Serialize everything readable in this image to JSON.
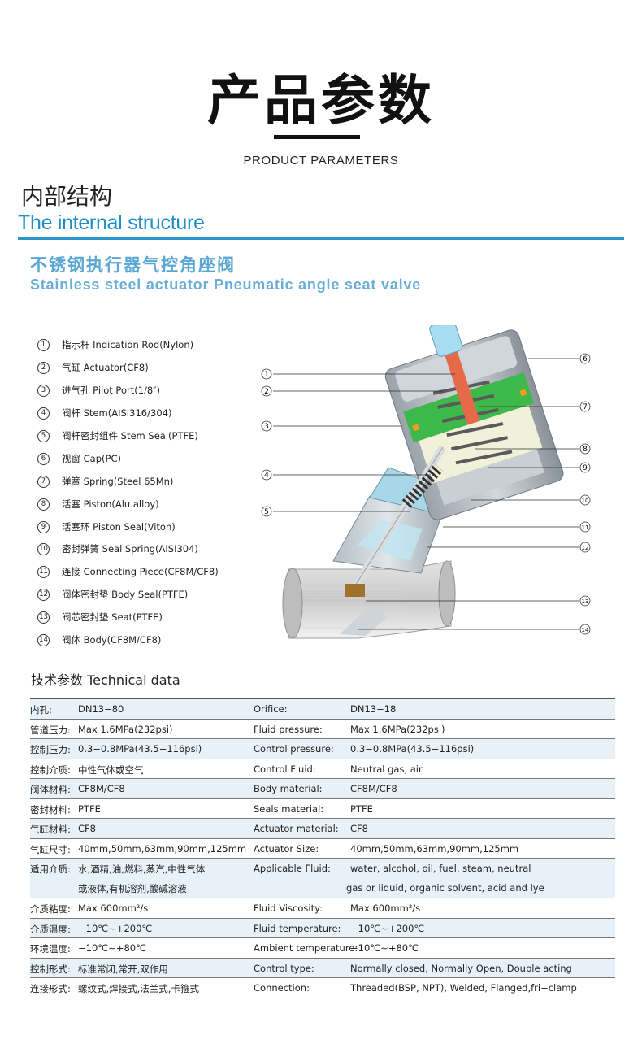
{
  "header": {
    "title": "产品参数",
    "subtitle": "PRODUCT PARAMETERS"
  },
  "section": {
    "title_cn": "内部结构",
    "title_en": "The internal structure",
    "product_cn": "不锈钢执行器气控角座阀",
    "product_en": "Stainless steel actuator Pneumatic angle seat valve"
  },
  "parts": [
    {
      "num": "1",
      "label": "指示杆 Indication Rod(Nylon)"
    },
    {
      "num": "2",
      "label": "气缸 Actuator(CF8)"
    },
    {
      "num": "3",
      "label": "进气孔 Pilot Port(1/8″)"
    },
    {
      "num": "4",
      "label": "阀杆 Stem(AISI316/304)"
    },
    {
      "num": "5",
      "label": "阀杆密封组件 Stem Seal(PTFE)"
    },
    {
      "num": "6",
      "label": "视窗 Cap(PC)"
    },
    {
      "num": "7",
      "label": "弹簧 Spring(Steel 65Mn)"
    },
    {
      "num": "8",
      "label": "活塞 Piston(Alu.alloy)"
    },
    {
      "num": "9",
      "label": "活塞环 Piston Seal(Viton)"
    },
    {
      "num": "10",
      "label": "密封弹簧 Seal Spring(AISI304)"
    },
    {
      "num": "11",
      "label": "连接 Connecting Piece(CF8M/CF8)"
    },
    {
      "num": "12",
      "label": "阀体密封垫 Body Seal(PTFE)"
    },
    {
      "num": "13",
      "label": "阀芯密封垫 Seat(PTFE)"
    },
    {
      "num": "14",
      "label": "阀体 Body(CF8M/CF8)"
    }
  ],
  "diagram": {
    "left_callouts": [
      "1",
      "2",
      "3",
      "4",
      "5"
    ],
    "right_callouts": [
      "6",
      "7",
      "8",
      "9",
      "10",
      "11",
      "12",
      "13",
      "14"
    ]
  },
  "tech": {
    "title": "技术参数 Technical data",
    "rows": [
      {
        "k_cn": "内孔:",
        "v_cn": "DN13−80",
        "k_en": "Orifice:",
        "v_en": "DN13−18"
      },
      {
        "k_cn": "管道压力:",
        "v_cn": "Max 1.6MPa(232psi)",
        "k_en": "Fluid pressure:",
        "v_en": "Max 1.6MPa(232psi)"
      },
      {
        "k_cn": "控制压力:",
        "v_cn": "0.3−0.8MPa(43.5−116psi)",
        "k_en": "Control pressure:",
        "v_en": "0.3−0.8MPa(43.5−116psi)"
      },
      {
        "k_cn": "控制介质:",
        "v_cn": "中性气体或空气",
        "k_en": "Control Fluid:",
        "v_en": "Neutral gas, air"
      },
      {
        "k_cn": "阀体材料:",
        "v_cn": "CF8M/CF8",
        "k_en": "Body material:",
        "v_en": "CF8M/CF8"
      },
      {
        "k_cn": "密封材料:",
        "v_cn": "PTFE",
        "k_en": "Seals material:",
        "v_en": "PTFE"
      },
      {
        "k_cn": "气缸材料:",
        "v_cn": "CF8",
        "k_en": "Actuator material:",
        "v_en": "CF8"
      },
      {
        "k_cn": "气缸尺寸:",
        "v_cn": "40mm,50mm,63mm,90mm,125mm",
        "k_en": "Actuator Size:",
        "v_en": "40mm,50mm,63mm,90mm,125mm"
      },
      {
        "k_cn": "适用介质:",
        "v_cn": "水,酒精,油,燃料,蒸汽,中性气体",
        "v_cn2": "或液体,有机溶剂,酸碱溶液",
        "k_en": "Applicable Fluid:",
        "v_en": "water, alcohol, oil, fuel, steam, neutral",
        "v_en2": "gas or liquid, organic solvent, acid and lye"
      },
      {
        "k_cn": "介质粘度:",
        "v_cn": "Max 600mm²/s",
        "k_en": "Fluid Viscosity:",
        "v_en": "Max 600mm²/s"
      },
      {
        "k_cn": "介质温度:",
        "v_cn": "−10℃∼+200℃",
        "k_en": "Fluid temperature:",
        "v_en": "−10℃∼+200℃"
      },
      {
        "k_cn": "环境温度:",
        "v_cn": "−10℃∼+80℃",
        "k_en": "Ambient temperature:",
        "v_en": "−10℃∼+80℃"
      },
      {
        "k_cn": "控制形式:",
        "v_cn": "标准常闭,常开,双作用",
        "k_en": "Control type:",
        "v_en": "Normally closed, Normally Open, Double acting"
      },
      {
        "k_cn": "连接形式:",
        "v_cn": "螺纹式,焊接式,法兰式,卡箍式",
        "k_en": "Connection:",
        "v_en": "Threaded(BSP, NPT), Welded, Flanged,fri−clamp"
      }
    ]
  }
}
